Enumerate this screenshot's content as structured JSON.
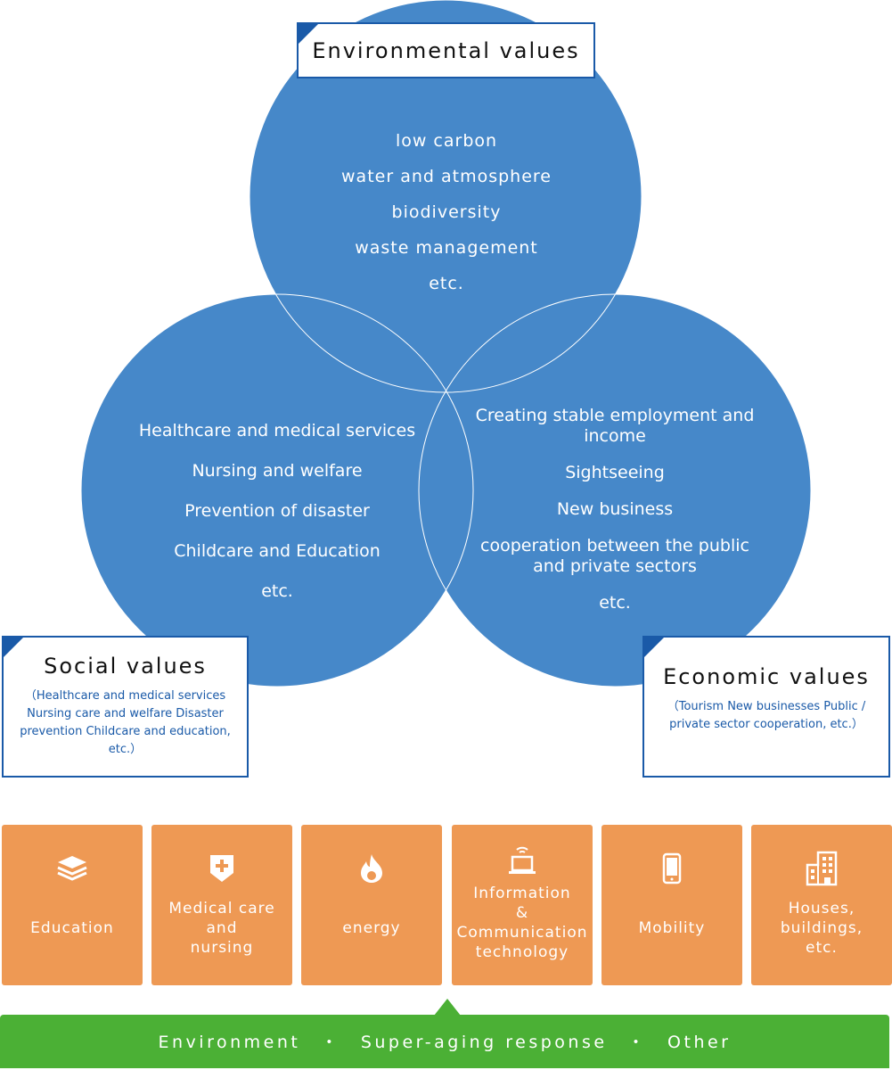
{
  "environmental": {
    "title": "Environmental values",
    "items": [
      "low carbon",
      "water and atmosphere",
      "biodiversity",
      "waste management",
      "etc."
    ]
  },
  "social": {
    "title": "Social values",
    "subtitle": "（Healthcare and medical services Nursing care and welfare Disaster prevention Childcare and education, etc.）",
    "items": [
      "Healthcare and medical services",
      "Nursing and welfare",
      "Prevention of disaster",
      "Childcare and Education",
      "etc."
    ]
  },
  "economic": {
    "title": "Economic values",
    "subtitle": "（Tourism New businesses Public / private sector cooperation, etc.）",
    "items": [
      "Creating stable employment and income",
      "Sightseeing",
      "New business",
      "cooperation between the public and private sectors",
      "etc."
    ]
  },
  "tiles": [
    {
      "icon": "books-icon",
      "label": [
        "Education"
      ]
    },
    {
      "icon": "medical-shield-icon",
      "label": [
        "Medical care",
        "and",
        "nursing"
      ]
    },
    {
      "icon": "flame-icon",
      "label": [
        "energy"
      ]
    },
    {
      "icon": "laptop-wifi-icon",
      "label": [
        "Information",
        "&",
        "Communication",
        "technology"
      ]
    },
    {
      "icon": "smartphone-icon",
      "label": [
        "Mobility"
      ]
    },
    {
      "icon": "building-icon",
      "label": [
        "Houses,",
        "buildings,",
        "etc."
      ]
    }
  ],
  "banner": {
    "text": "Environment　・　Super-aging response　・　Other"
  },
  "colors": {
    "circle": "#4688c9",
    "label_border": "#1a5aa8",
    "tile": "#ee9954",
    "banner": "#4bb035"
  }
}
